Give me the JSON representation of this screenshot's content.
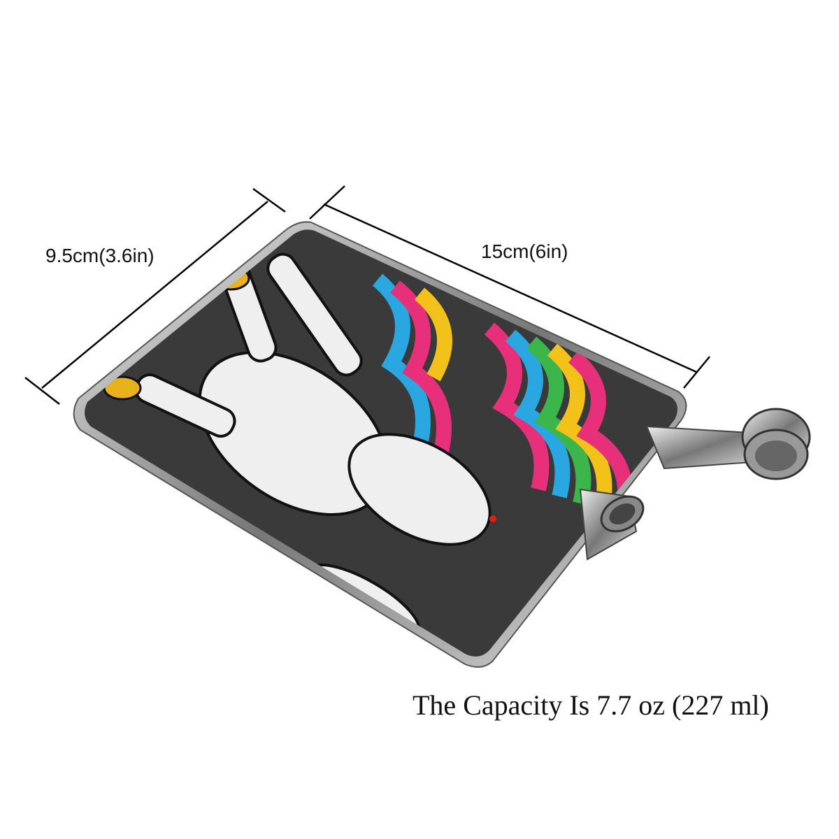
{
  "dimensions": {
    "width_label": "9.5cm(3.6in)",
    "length_label": "15cm(6in)"
  },
  "caption": "The Capacity Is 7.7 oz (227 ml)",
  "colors": {
    "wrap": "#3a3a3a",
    "steel": "#9a9a9a",
    "hoof": "#e8b21c",
    "rainbow": [
      "#2aa7e0",
      "#e8307a",
      "#f2c21a",
      "#3cb54a"
    ]
  }
}
